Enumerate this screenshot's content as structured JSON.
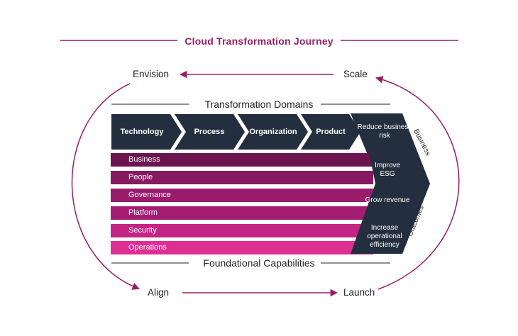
{
  "title": "Cloud Transformation Journey",
  "stages": {
    "envision": "Envision",
    "scale": "Scale",
    "align": "Align",
    "launch": "Launch"
  },
  "domains_header": "Transformation Domains",
  "foundation_header": "Foundational Capabilities",
  "domains": [
    "Technology",
    "Process",
    "Organization",
    "Product"
  ],
  "capabilities": [
    "Business",
    "People",
    "Governance",
    "Platform",
    "Security",
    "Operations"
  ],
  "outcomes": [
    "Reduce business risk",
    "Improve ESG",
    "Grow revenue",
    "Increase operational efficiency"
  ],
  "side_labels": {
    "business": "Business",
    "outcomes": "Outcomes"
  },
  "colors": {
    "accent": "#9b1d64",
    "dark": "#232f3e",
    "capability_bars": [
      "#6b1450",
      "#861a60",
      "#9a1c6c",
      "#a51d72",
      "#c42484",
      "#de2f93"
    ]
  }
}
